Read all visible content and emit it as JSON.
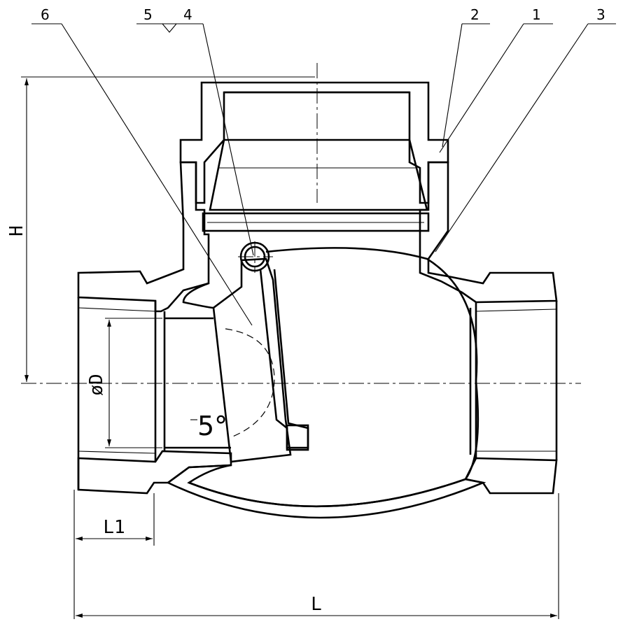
{
  "part_labels": [
    {
      "id": "6",
      "text": "6"
    },
    {
      "id": "5",
      "text": "5"
    },
    {
      "id": "4",
      "text": "4"
    },
    {
      "id": "2",
      "text": "2"
    },
    {
      "id": "1",
      "text": "1"
    },
    {
      "id": "3",
      "text": "3"
    }
  ],
  "dimensions": {
    "height": "H",
    "diameter": "øD",
    "thread_length": "L1",
    "length": "L"
  },
  "angle_label": "5°",
  "colors": {
    "line": "#000000",
    "background": "#ffffff"
  }
}
